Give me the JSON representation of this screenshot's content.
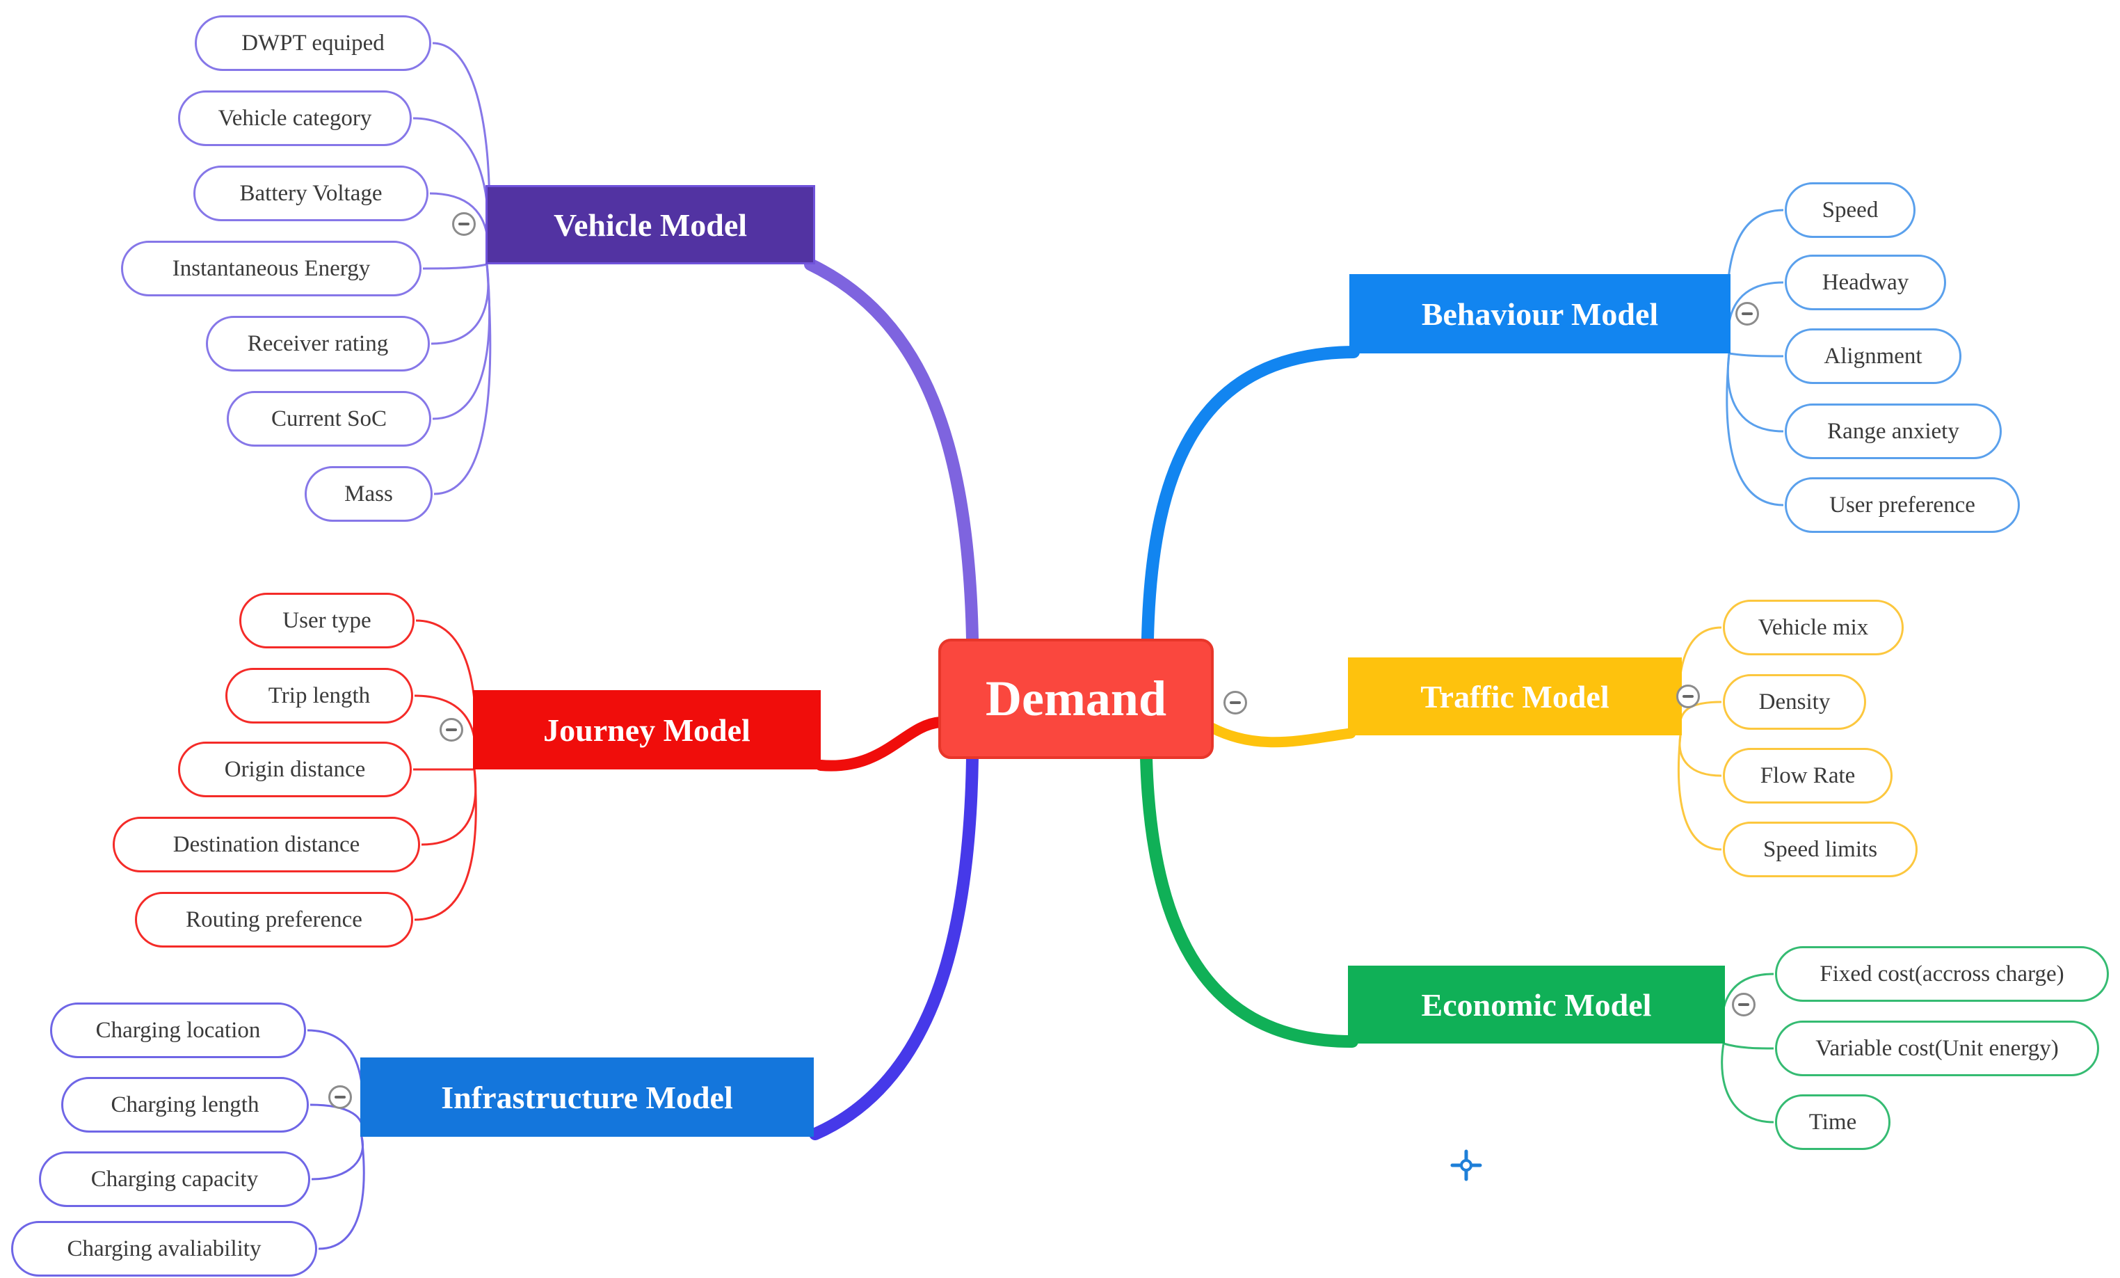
{
  "diagram": {
    "root": {
      "label": "Demand",
      "fill": "#FA473E",
      "border": "#E8362A"
    },
    "branches": [
      {
        "id": "vehicle",
        "label": "Vehicle Model",
        "fill": "#5233A2",
        "edge_color": "#7E64DF",
        "leaf_border_color": "#8677E8",
        "children": [
          "DWPT equiped",
          "Vehicle category",
          "Battery Voltage",
          "Instantaneous Energy",
          "Receiver rating",
          "Current SoC",
          "Mass"
        ]
      },
      {
        "id": "journey",
        "label": "Journey Model",
        "fill": "#F00D0B",
        "edge_color": "#F00D0B",
        "leaf_border_color": "#F42B28",
        "children": [
          "User type",
          "Trip length",
          "Origin distance",
          "Destination distance",
          "Routing preference"
        ]
      },
      {
        "id": "infrastructure",
        "label": "Infrastructure Model",
        "fill": "#1476DC",
        "edge_color": "#4639E9",
        "leaf_border_color": "#6F66E6",
        "children": [
          "Charging location",
          "Charging length",
          "Charging capacity",
          "Charging avaliability"
        ]
      },
      {
        "id": "behaviour",
        "label": "Behaviour Model",
        "fill": "#1285F0",
        "edge_color": "#1285F0",
        "leaf_border_color": "#5AA0EC",
        "children": [
          "Speed",
          "Headway",
          "Alignment",
          "Range anxiety",
          "User preference"
        ]
      },
      {
        "id": "traffic",
        "label": "Traffic Model",
        "fill": "#FEC20D",
        "edge_color": "#FEC20D",
        "leaf_border_color": "#FCC73E",
        "children": [
          "Vehicle mix",
          "Density",
          "Flow Rate",
          "Speed limits"
        ]
      },
      {
        "id": "economic",
        "label": "Economic Model",
        "fill": "#10B057",
        "edge_color": "#10B057",
        "leaf_border_color": "#35BB72",
        "children": [
          "Fixed cost(accross charge)",
          "Variable cost(Unit energy)",
          "Time"
        ]
      }
    ],
    "icons": {
      "collapse": "minus-circle",
      "pointer": "crosshair"
    }
  }
}
